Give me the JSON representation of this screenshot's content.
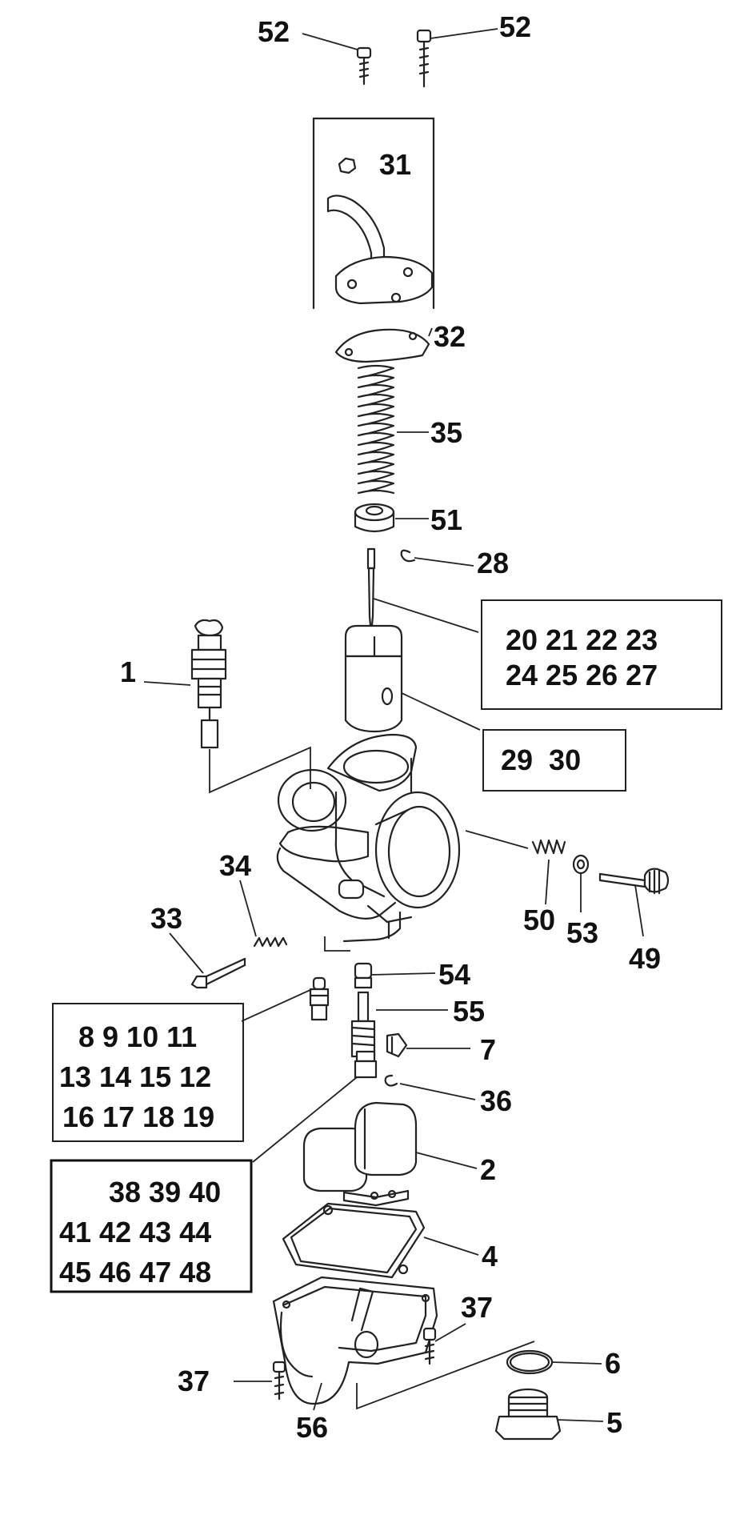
{
  "diagram": {
    "callouts": {
      "c52a": "52",
      "c52b": "52",
      "c31": "31",
      "c32": "32",
      "c35": "35",
      "c51": "51",
      "c28": "28",
      "c1": "1",
      "c34": "34",
      "c33": "33",
      "c50": "50",
      "c53": "53",
      "c49": "49",
      "c54": "54",
      "c55": "55",
      "c7": "7",
      "c36": "36",
      "c2": "2",
      "c4": "4",
      "c37a": "37",
      "c37b": "37",
      "c6": "6",
      "c5": "5",
      "c56": "56"
    },
    "groups": {
      "needle_jets": {
        "row1": "20 21 22 23",
        "row2": "24 25 26 27"
      },
      "throttle_valves": {
        "row1": "29  30"
      },
      "pilot_jets": {
        "row1": "8 9 10 11",
        "row2": "13 14 15 12",
        "row3": "16 17 18 19"
      },
      "main_jets": {
        "row1": "38 39 40",
        "row2": "41 42 43 44",
        "row3": "45 46 47 48"
      }
    }
  }
}
